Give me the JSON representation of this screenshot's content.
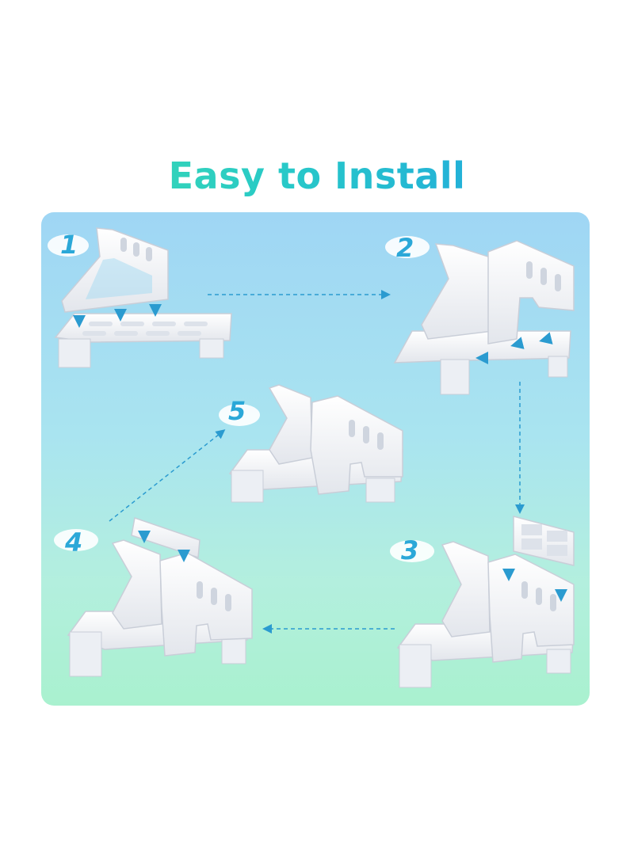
{
  "title": "Easy to Install",
  "steps": [
    {
      "number": "1"
    },
    {
      "number": "2"
    },
    {
      "number": "3"
    },
    {
      "number": "4"
    },
    {
      "number": "5"
    }
  ],
  "colors": {
    "title_gradient": [
      "#3fe0a8",
      "#1e9be6"
    ],
    "panel_top": "#9fd6f4",
    "panel_bottom": "#a9f1cf",
    "arrow": "#2b9bd0",
    "step_number": "#2ba8d8",
    "product": "#f4f5f8"
  }
}
